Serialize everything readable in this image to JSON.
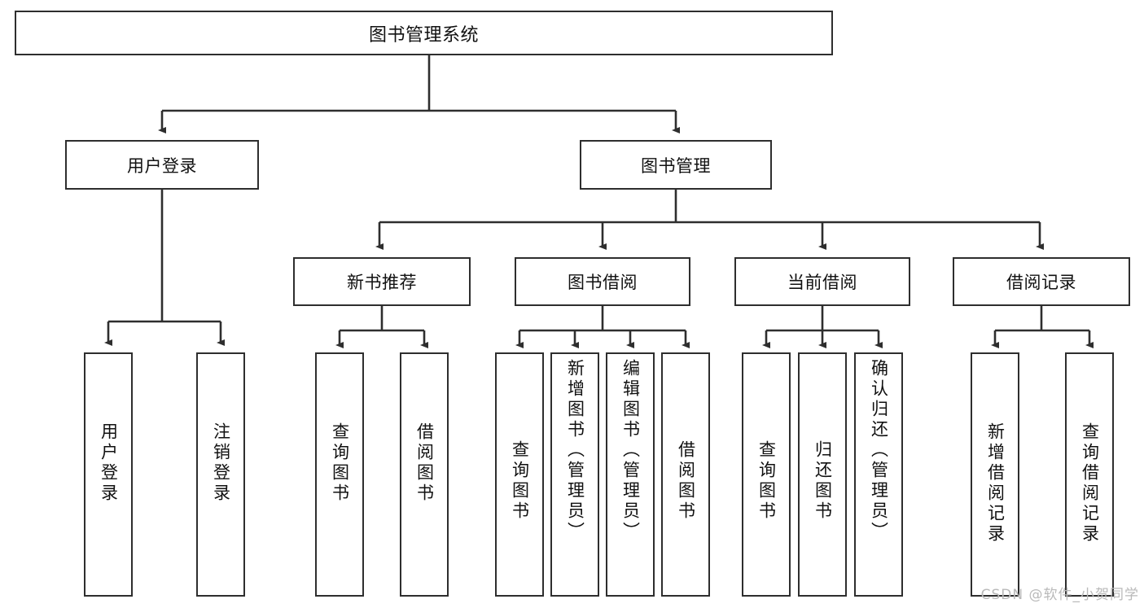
{
  "diagram": {
    "type": "tree",
    "title": "图书管理系统",
    "watermark": "CSDN @软件_小贺同学",
    "root": {
      "id": "root",
      "label": "图书管理系统"
    },
    "level2": [
      {
        "id": "user-login",
        "label": "用户登录"
      },
      {
        "id": "book-manage",
        "label": "图书管理"
      }
    ],
    "level3": [
      {
        "id": "new-book-recommend",
        "label": "新书推荐",
        "parent": "book-manage"
      },
      {
        "id": "book-borrow",
        "label": "图书借阅",
        "parent": "book-manage"
      },
      {
        "id": "current-borrow",
        "label": "当前借阅",
        "parent": "book-manage"
      },
      {
        "id": "borrow-record",
        "label": "借阅记录",
        "parent": "book-manage"
      }
    ],
    "leaves": {
      "user-login": [
        {
          "id": "leaf-user-login",
          "label": "用户登录"
        },
        {
          "id": "leaf-user-logout",
          "label": "注销登录"
        }
      ],
      "new-book-recommend": [
        {
          "id": "leaf-query-book-1",
          "label": "查询图书"
        },
        {
          "id": "leaf-borrow-book-1",
          "label": "借阅图书"
        }
      ],
      "book-borrow": [
        {
          "id": "leaf-query-book-2",
          "label": "查询图书"
        },
        {
          "id": "leaf-add-book",
          "label": "新增图书（管理员）"
        },
        {
          "id": "leaf-edit-book",
          "label": "编辑图书（管理员）"
        },
        {
          "id": "leaf-borrow-book-2",
          "label": "借阅图书"
        }
      ],
      "current-borrow": [
        {
          "id": "leaf-query-book-3",
          "label": "查询图书"
        },
        {
          "id": "leaf-return-book",
          "label": "归还图书"
        },
        {
          "id": "leaf-confirm-return",
          "label": "确认归还（管理员）"
        }
      ],
      "borrow-record": [
        {
          "id": "leaf-add-record",
          "label": "新增借阅记录"
        },
        {
          "id": "leaf-query-record",
          "label": "查询借阅记录"
        }
      ]
    },
    "colors": {
      "stroke": "#2e2e2e",
      "fill": "#ffffff",
      "text": "#111111",
      "watermark": "#b9b9b9"
    }
  }
}
